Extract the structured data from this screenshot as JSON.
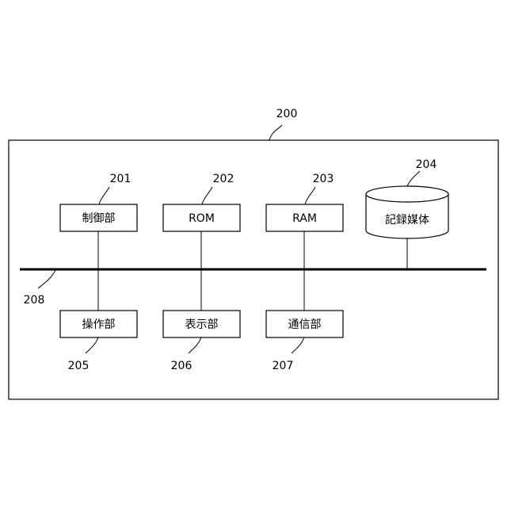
{
  "diagram": {
    "refs": {
      "system": "200",
      "control": "201",
      "rom": "202",
      "ram": "203",
      "storage": "204",
      "operation": "205",
      "display": "206",
      "communication": "207",
      "bus": "208"
    },
    "labels": {
      "control": "制御部",
      "rom": "ROM",
      "ram": "RAM",
      "storage": "記録媒体",
      "operation": "操作部",
      "display": "表示部",
      "communication": "通信部"
    }
  }
}
